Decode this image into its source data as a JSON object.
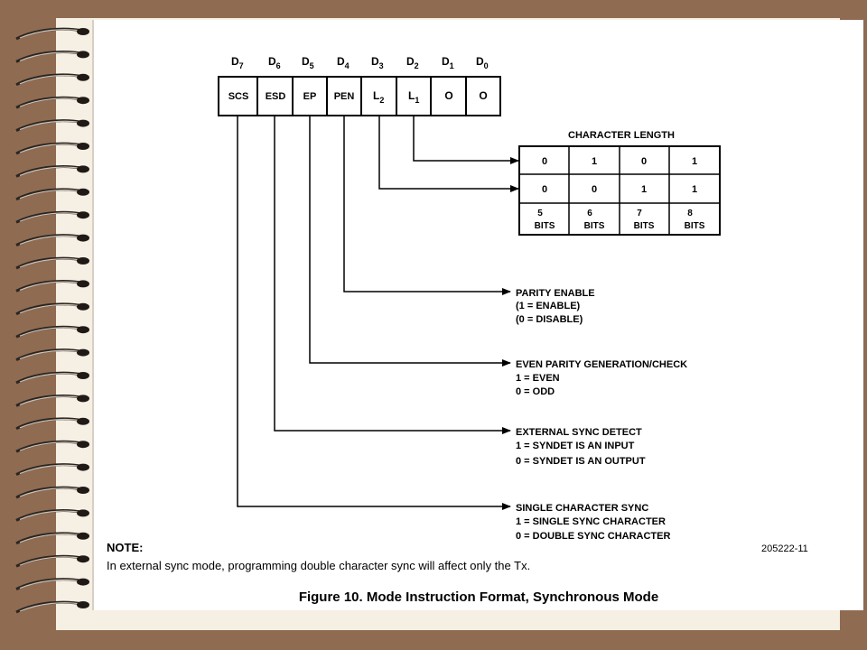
{
  "diagram": {
    "bit_headers": [
      {
        "letter": "D",
        "sub": "7"
      },
      {
        "letter": "D",
        "sub": "6"
      },
      {
        "letter": "D",
        "sub": "5"
      },
      {
        "letter": "D",
        "sub": "4"
      },
      {
        "letter": "D",
        "sub": "3"
      },
      {
        "letter": "D",
        "sub": "2"
      },
      {
        "letter": "D",
        "sub": "1"
      },
      {
        "letter": "D",
        "sub": "0"
      }
    ],
    "bit_cells": [
      {
        "main": "SCS",
        "sub": ""
      },
      {
        "main": "ESD",
        "sub": ""
      },
      {
        "main": "EP",
        "sub": ""
      },
      {
        "main": "PEN",
        "sub": ""
      },
      {
        "main": "L",
        "sub": "2"
      },
      {
        "main": "L",
        "sub": "1"
      },
      {
        "main": "O",
        "sub": ""
      },
      {
        "main": "O",
        "sub": ""
      }
    ],
    "character_length": {
      "title": "CHARACTER LENGTH",
      "row_l1": [
        "0",
        "1",
        "0",
        "1"
      ],
      "row_l2": [
        "0",
        "0",
        "1",
        "1"
      ],
      "bits": [
        {
          "num": "5",
          "unit": "BITS"
        },
        {
          "num": "6",
          "unit": "BITS"
        },
        {
          "num": "7",
          "unit": "BITS"
        },
        {
          "num": "8",
          "unit": "BITS"
        }
      ]
    },
    "descriptions": {
      "parity_enable": [
        "PARITY ENABLE",
        "(1 = ENABLE)",
        "(0 = DISABLE)"
      ],
      "even_parity": [
        "EVEN PARITY GENERATION/CHECK",
        "1 = EVEN",
        "0 = ODD"
      ],
      "external_sync": [
        "EXTERNAL SYNC DETECT",
        "1 = SYNDET IS AN INPUT",
        "0 = SYNDET IS AN OUTPUT"
      ],
      "single_sync": [
        "SINGLE CHARACTER SYNC",
        "1 = SINGLE SYNC CHARACTER",
        "0 = DOUBLE SYNC CHARACTER"
      ]
    },
    "note_label": "NOTE:",
    "note_text": "In external sync mode, programming double character sync will affect only the Tx.",
    "figure_id": "205222-11",
    "caption": "Figure 10. Mode Instruction Format, Synchronous Mode"
  }
}
